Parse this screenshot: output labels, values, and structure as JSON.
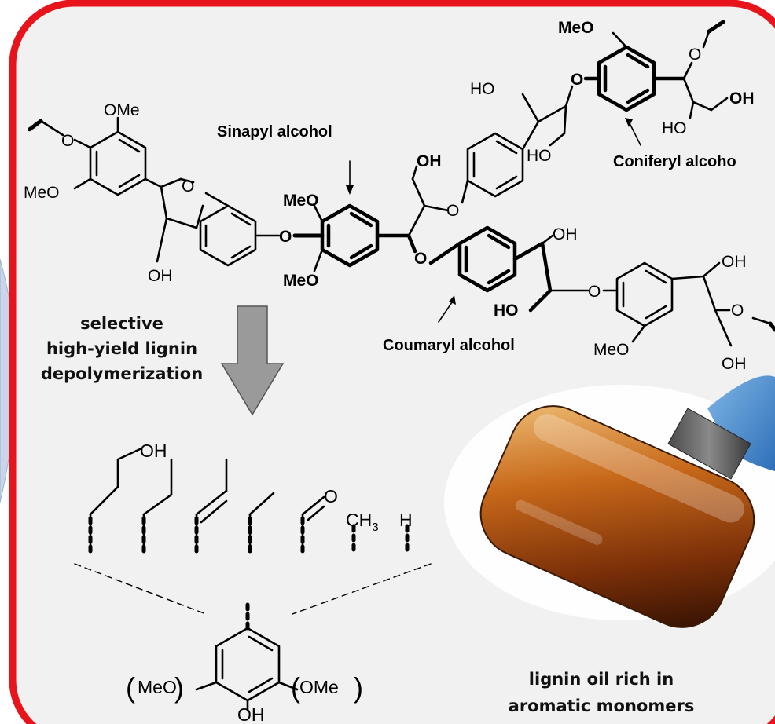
{
  "colors": {
    "frame": "#e8141c",
    "panel": "#f1f1f1",
    "arrow": "#9a9a9a",
    "side_blob": "#c9d6ea",
    "ink": "#000000"
  },
  "labels": {
    "sinapyl": "Sinapyl alcohol",
    "coniferyl": "Coniferyl alcoho",
    "coumaryl": "Coumaryl alcohol",
    "process_line1": "selective",
    "process_line2": "high-yield lignin",
    "process_line3": "depolymerization",
    "oil_line1": "lignin oil rich in",
    "oil_line2": "aromatic monomers"
  },
  "atoms": {
    "ome": "OMe",
    "meo": "MeO",
    "o": "O",
    "oh": "OH",
    "ho": "HO",
    "ho_bond": "HO",
    "ch3": "CH",
    "ch3_sub": "3",
    "h": "H",
    "paren_open": "(",
    "paren_close": ")"
  },
  "icons": {
    "arrow": "down-arrow-icon",
    "jar": "lignin-oil-jar-image"
  }
}
